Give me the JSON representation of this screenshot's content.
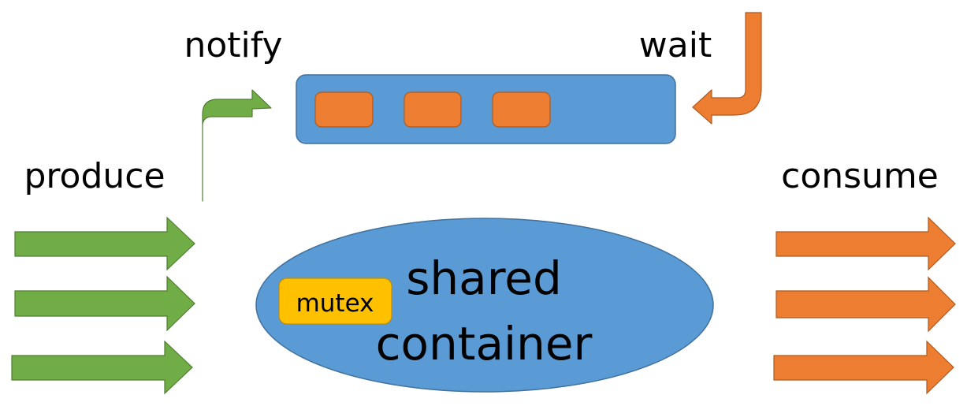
{
  "labels": {
    "notify": "notify",
    "wait": "wait",
    "produce": "produce",
    "consume": "consume",
    "shared_line1": "shared",
    "shared_line2": "container",
    "mutex": "mutex"
  },
  "colors": {
    "queue_fill": "#5b9bd5",
    "queue_stroke": "#41719c",
    "queue_item": "#ed7d31",
    "queue_item_stroke": "#ae5a21",
    "container_fill": "#5b9bd5",
    "container_stroke": "#41719c",
    "mutex_fill": "#ffc000",
    "mutex_stroke": "#bc8c00",
    "producer_arrow": "#70ad47",
    "producer_arrow_stroke": "#507e32",
    "consumer_arrow": "#ed7d31",
    "consumer_arrow_stroke": "#ae5a21"
  }
}
